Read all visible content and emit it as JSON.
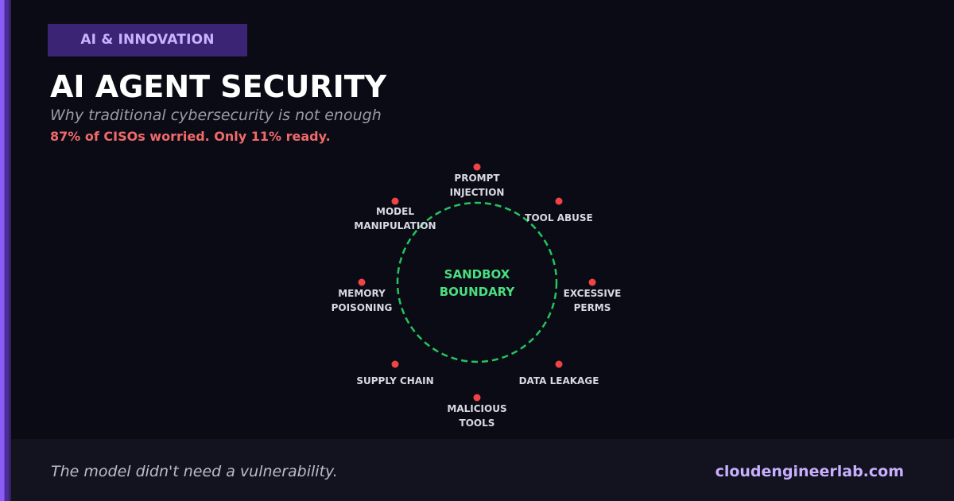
{
  "header": {
    "category": "AI & INNOVATION",
    "title": "AI AGENT SECURITY",
    "subtitle": "Why traditional cybersecurity is not enough",
    "stat": "87% of CISOs worried. Only 11% ready."
  },
  "diagram": {
    "center": {
      "line1": "SANDBOX",
      "line2": "BOUNDARY"
    },
    "threats": [
      {
        "line1": "PROMPT",
        "line2": "INJECTION"
      },
      {
        "line1": "TOOL ABUSE",
        "line2": ""
      },
      {
        "line1": "EXCESSIVE",
        "line2": "PERMS"
      },
      {
        "line1": "DATA LEAKAGE",
        "line2": ""
      },
      {
        "line1": "MALICIOUS",
        "line2": "TOOLS"
      },
      {
        "line1": "SUPPLY CHAIN",
        "line2": ""
      },
      {
        "line1": "MEMORY",
        "line2": "POISONING"
      },
      {
        "line1": "MODEL",
        "line2": "MANIPULATION"
      }
    ],
    "colors": {
      "boundary": "#22c55e",
      "center_text": "#4ade80",
      "threat_dot": "#ef4444",
      "threat_text": "#d9d9e3"
    }
  },
  "footer": {
    "quote": "The model didn't need a vulnerability.",
    "site": "cloudengineerlab.com"
  },
  "colors": {
    "background": "#0b0b15",
    "accent": "#8b5cf6",
    "badge_bg": "#3c2474",
    "badge_text": "#c9b3ff",
    "stat_text": "#f06a6a",
    "footer_bg": "#13121f"
  }
}
